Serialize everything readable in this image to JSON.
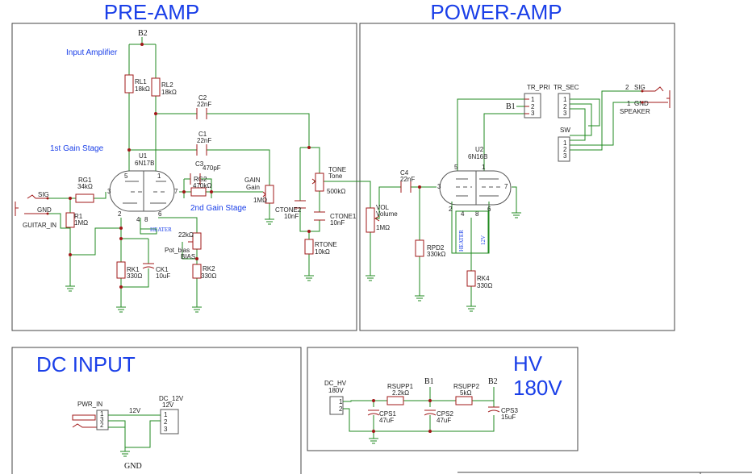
{
  "sections": {
    "preamp": "PRE-AMP",
    "poweramp": "POWER-AMP",
    "dcinput": "DC INPUT",
    "hv": "HV",
    "hv_value": "180V"
  },
  "notes": {
    "input_amplifier": "Input Amplifier",
    "first_gain_stage": "1st Gain Stage",
    "second_gain_stage": "2nd Gain Stage"
  },
  "nets": {
    "b2_top": "B2",
    "b1_power": "B1",
    "b1_hv": "B1",
    "b2_hv": "B2",
    "gnd_dc": "GND",
    "net_12v_a": "12V",
    "net_12v_b": "12V"
  },
  "preamp": {
    "rl1": {
      "ref": "RL1",
      "val": "18kΩ"
    },
    "rl2": {
      "ref": "RL2",
      "val": "18kΩ"
    },
    "c2": {
      "ref": "C2",
      "val": "22nF"
    },
    "c1": {
      "ref": "C1",
      "val": "22nF"
    },
    "c3": {
      "ref": "C3",
      "val": "470pF"
    },
    "rg1": {
      "ref": "RG1",
      "val": "34kΩ"
    },
    "rg2": {
      "ref": "RG2",
      "val": "470kΩ"
    },
    "r1": {
      "ref": "R1",
      "val": "1MΩ"
    },
    "u1": {
      "ref": "U1",
      "val": "6N17B"
    },
    "gain": {
      "ref": "GAIN",
      "name": "Gain",
      "val": "1MΩ"
    },
    "tone": {
      "ref": "TONE",
      "name": "Tone",
      "val": "500kΩ"
    },
    "ctone2": {
      "ref": "CTONE2",
      "val": "10nF"
    },
    "ctone1": {
      "ref": "CTONE1",
      "val": "10nF"
    },
    "rtone": {
      "ref": "RTONE",
      "val": "10kΩ"
    },
    "bias": {
      "ref": "Pot_bias",
      "name": "BIAS",
      "val": "22kΩ"
    },
    "rk1": {
      "ref": "RK1",
      "val": "330Ω"
    },
    "ck1": {
      "ref": "CK1",
      "val": "10uF"
    },
    "rk2": {
      "ref": "RK2",
      "val": "330Ω"
    },
    "heater": "HEATER",
    "jack": {
      "ref": "GUITAR_IN",
      "sig": "SIG",
      "gnd": "GND"
    }
  },
  "power": {
    "c4": {
      "ref": "C4",
      "val": "22nF"
    },
    "vol": {
      "ref": "VOL",
      "name": "Volume",
      "val": "1MΩ"
    },
    "rpd2": {
      "ref": "RPD2",
      "val": "330kΩ"
    },
    "u2": {
      "ref": "U2",
      "val": "6N16B"
    },
    "rk4": {
      "ref": "RK4",
      "val": "330Ω"
    },
    "heater": "HEATER",
    "heater_v": "12V",
    "tr_pri": "TR_PRI",
    "tr_sec": "TR_SEC",
    "sw": "SW",
    "speaker": {
      "ref": "SPEAKER",
      "sig": "SIG",
      "gnd": "GND"
    }
  },
  "dc": {
    "pwr_in": "PWR_IN",
    "dc12": {
      "ref": "DC_12V",
      "val": "12V"
    }
  },
  "hvsec": {
    "dchv": {
      "ref": "DC_HV",
      "val": "180V"
    },
    "rsupp1": {
      "ref": "RSUPP1",
      "val": "2.2kΩ"
    },
    "rsupp2": {
      "ref": "RSUPP2",
      "val": "5kΩ"
    },
    "cps1": {
      "ref": "CPS1",
      "val": "47uF"
    },
    "cps2": {
      "ref": "CPS2",
      "val": "47uF"
    },
    "cps3": {
      "ref": "CPS3",
      "val": "15uF"
    }
  }
}
